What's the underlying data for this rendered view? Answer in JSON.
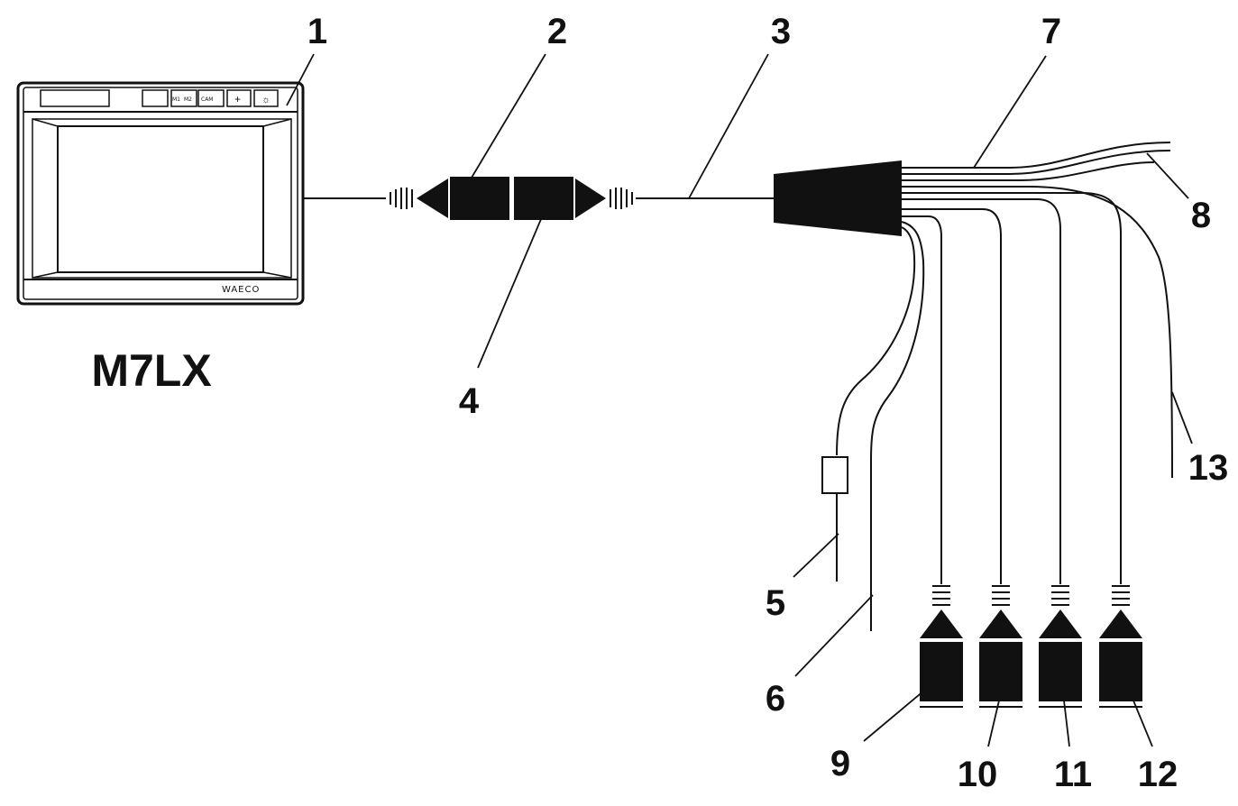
{
  "model_label": "M7LX",
  "monitor": {
    "brand": "WAECO",
    "button_labels": [
      "M1",
      "M2",
      "CAM",
      "+",
      "☼"
    ]
  },
  "callouts": [
    {
      "id": "1",
      "text": "1"
    },
    {
      "id": "2",
      "text": "2"
    },
    {
      "id": "3",
      "text": "3"
    },
    {
      "id": "4",
      "text": "4"
    },
    {
      "id": "5",
      "text": "5"
    },
    {
      "id": "6",
      "text": "6"
    },
    {
      "id": "7",
      "text": "7"
    },
    {
      "id": "8",
      "text": "8"
    },
    {
      "id": "9",
      "text": "9"
    },
    {
      "id": "10",
      "text": "10"
    },
    {
      "id": "11",
      "text": "11"
    },
    {
      "id": "12",
      "text": "12"
    },
    {
      "id": "13",
      "text": "13"
    }
  ],
  "colors": {
    "ink": "#111111",
    "background": "#ffffff"
  }
}
